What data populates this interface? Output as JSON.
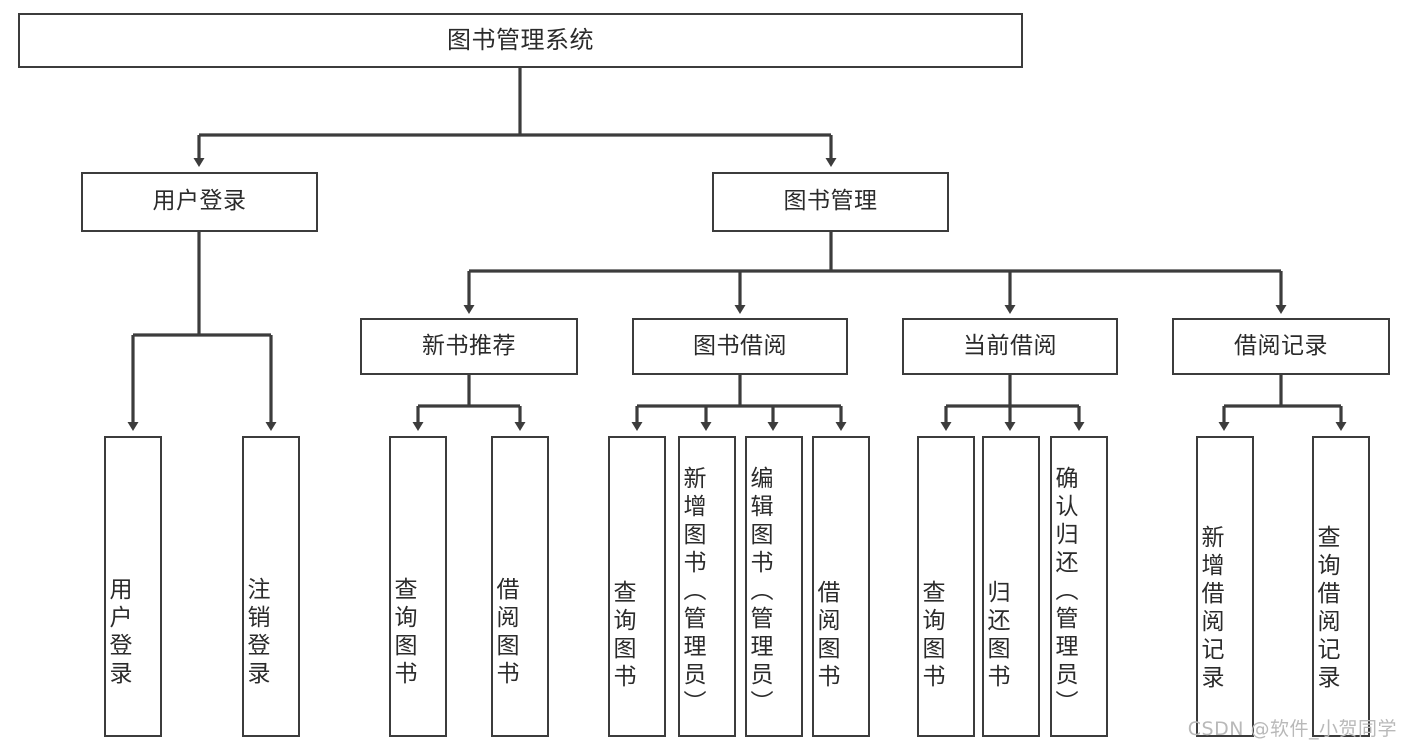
{
  "diagram": {
    "title": "图书管理系统",
    "type": "tree-hierarchy-diagram",
    "colors": {
      "stroke": "#3c3c3c",
      "text": "#2b2b2b",
      "background": "#ffffff",
      "watermark": "#b9b9b9"
    },
    "root": {
      "label": "图书管理系统"
    },
    "level2": [
      {
        "label": "用户登录"
      },
      {
        "label": "图书管理"
      }
    ],
    "level3": [
      {
        "label": "新书推荐"
      },
      {
        "label": "图书借阅"
      },
      {
        "label": "当前借阅"
      },
      {
        "label": "借阅记录"
      }
    ],
    "leaves": {
      "user_login": [
        {
          "label": "用户登录"
        },
        {
          "label": "注销登录"
        }
      ],
      "new_book_recommend": [
        {
          "label": "查询图书"
        },
        {
          "label": "借阅图书"
        }
      ],
      "book_borrow": [
        {
          "label": "查询图书"
        },
        {
          "label": "新增图书（管理员）"
        },
        {
          "label": "编辑图书（管理员）"
        },
        {
          "label": "借阅图书"
        }
      ],
      "current_borrow": [
        {
          "label": "查询图书"
        },
        {
          "label": "归还图书"
        },
        {
          "label": "确认归还（管理员）"
        }
      ],
      "borrow_record": [
        {
          "label": "新增借阅记录"
        },
        {
          "label": "查询借阅记录"
        }
      ]
    }
  },
  "watermark": {
    "text": "CSDN @软件_小贺同学"
  }
}
